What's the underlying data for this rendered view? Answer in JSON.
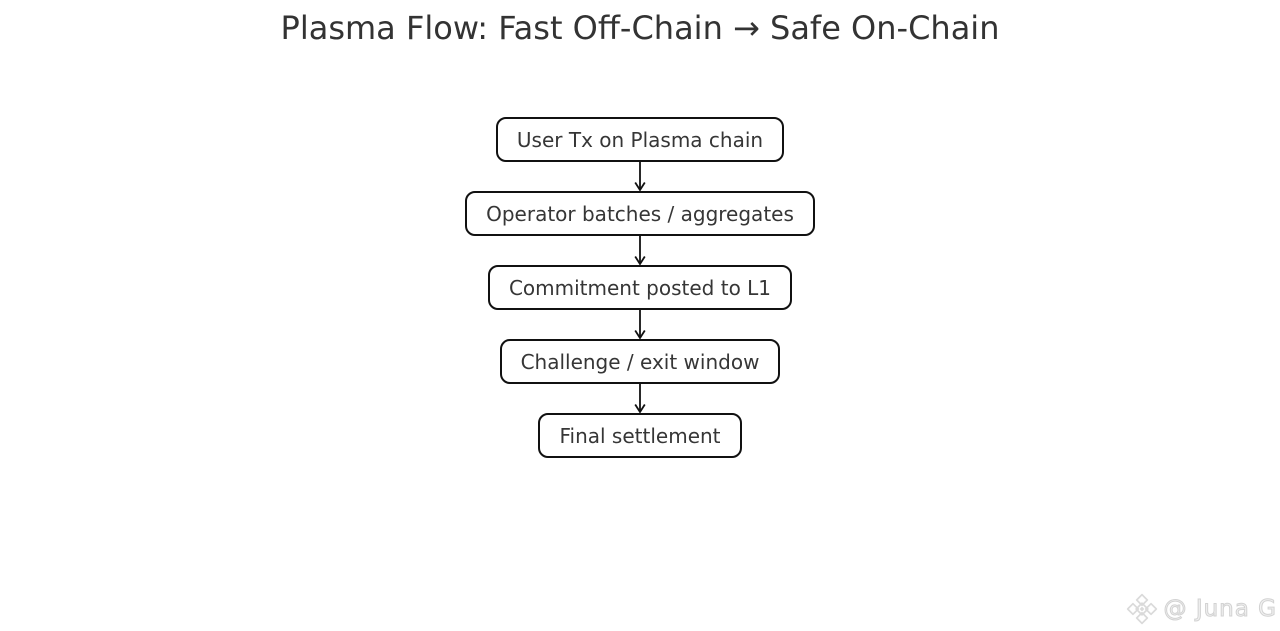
{
  "title": "Plasma Flow: Fast Off-Chain → Safe On-Chain",
  "flow": {
    "nodes": [
      {
        "label": "User Tx on Plasma chain"
      },
      {
        "label": "Operator batches / aggregates"
      },
      {
        "label": "Commitment posted to L1"
      },
      {
        "label": "Challenge / exit window"
      },
      {
        "label": "Final settlement"
      }
    ],
    "edges": [
      {
        "from": 1,
        "to": 2,
        "direction": "down"
      },
      {
        "from": 2,
        "to": 3,
        "direction": "down"
      },
      {
        "from": 3,
        "to": 4,
        "direction": "down"
      },
      {
        "from": 4,
        "to": 5,
        "direction": "down"
      }
    ]
  },
  "watermark": {
    "handle": "@ Juna G",
    "icon": "bnb-diamond-icon"
  },
  "colors": {
    "background": "#ffffff",
    "title_text": "#333333",
    "box_border": "#111111",
    "box_text": "#363636",
    "arrow": "#111111",
    "watermark": "#d2d2d2"
  }
}
